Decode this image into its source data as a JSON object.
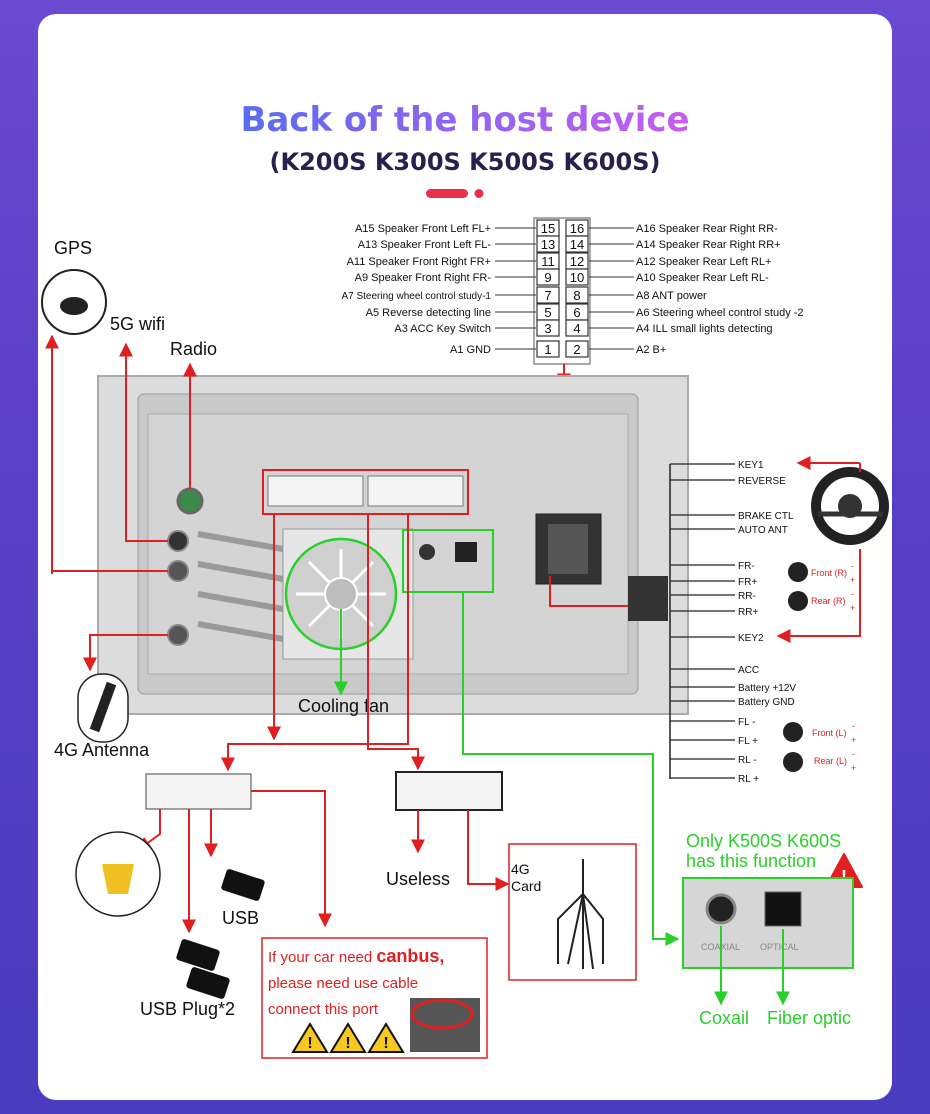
{
  "header": {
    "title": "Back of the host device",
    "subtitle": "(K200S K300S K500S K600S)"
  },
  "left_labels": {
    "gps": "GPS",
    "wifi": "5G wifi",
    "radio": "Radio",
    "antenna_4g": "4G Antenna",
    "cooling_fan": "Cooling fan"
  },
  "pins_left": [
    {
      "code": "A15",
      "text": "Speaker Front Left FL+",
      "pin": "15"
    },
    {
      "code": "A13",
      "text": "Speaker Front Left FL-",
      "pin": "13"
    },
    {
      "code": "A11",
      "text": "Speaker Front Right FR+",
      "pin": "11"
    },
    {
      "code": "A9",
      "text": "Speaker Front Right FR-",
      "pin": "9"
    },
    {
      "code": "A7",
      "text": "Steering wheel control study-1",
      "pin": "7"
    },
    {
      "code": "A5",
      "text": "Reverse detecting line",
      "pin": "5"
    },
    {
      "code": "A3",
      "text": "ACC Key Switch",
      "pin": "3"
    },
    {
      "code": "A1",
      "text": "GND",
      "pin": "1"
    }
  ],
  "pins_right": [
    {
      "code": "A16",
      "text": "Speaker Rear Right RR-",
      "pin": "16"
    },
    {
      "code": "A14",
      "text": "Speaker Rear Right RR+",
      "pin": "14"
    },
    {
      "code": "A12",
      "text": "Speaker Rear Left RL+",
      "pin": "12"
    },
    {
      "code": "A10",
      "text": "Speaker Rear Left RL-",
      "pin": "10"
    },
    {
      "code": "A8",
      "text": "ANT power",
      "pin": "8"
    },
    {
      "code": "A6",
      "text": "Steering wheel control study -2",
      "pin": "6"
    },
    {
      "code": "A4",
      "text": "ILL small lights detecting",
      "pin": "4"
    },
    {
      "code": "A2",
      "text": "B+",
      "pin": "2"
    }
  ],
  "harness": [
    {
      "text": "KEY1"
    },
    {
      "text": "REVERSE"
    },
    {
      "text": "BRAKE CTL"
    },
    {
      "text": "AUTO ANT"
    },
    {
      "text": "FR-"
    },
    {
      "text": "FR+"
    },
    {
      "text": "RR-"
    },
    {
      "text": "RR+"
    },
    {
      "text": "KEY2"
    },
    {
      "text": "ACC"
    },
    {
      "text": "Battery +12V"
    },
    {
      "text": "Battery GND"
    },
    {
      "text": "FL -"
    },
    {
      "text": "FL +"
    },
    {
      "text": "RL -"
    },
    {
      "text": "RL +"
    }
  ],
  "speakers": {
    "front_r": "Front (R)",
    "rear_r": "Rear (R)",
    "front_l": "Front (L)",
    "rear_l": "Rear (L)",
    "minus": "-",
    "plus": "+"
  },
  "bottom_labels": {
    "usb": "USB",
    "usb_plug": "USB Plug*2",
    "useless": "Useless",
    "card_4g_line1": "4G",
    "card_4g_line2": "Card",
    "canbus_1a": "If your car need ",
    "canbus_1b": "canbus,",
    "canbus_2": "please need use cable",
    "canbus_3": "connect this port",
    "only_1": "Only K500S K600S",
    "only_2": "has this function",
    "coaxail": "Coxail",
    "fiber": "Fiber optic",
    "coaxial_port": "COAXIAL",
    "optical_port": "OPTICAL"
  },
  "colors": {
    "title_start": "#5a6cf0",
    "title_end": "#c85cf0",
    "red": "#e02020",
    "green": "#2ad02a"
  }
}
